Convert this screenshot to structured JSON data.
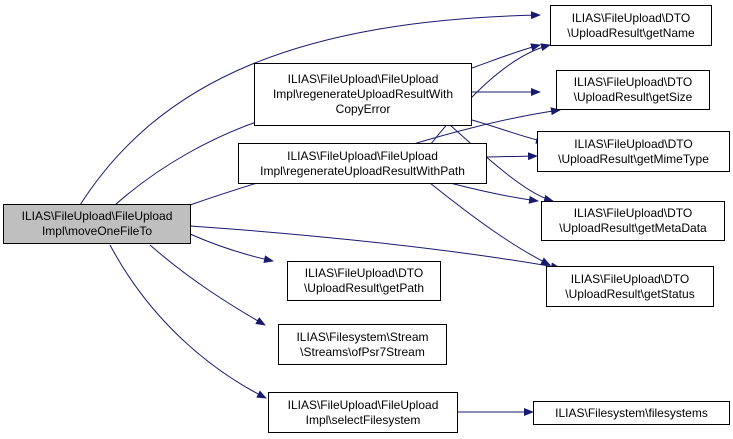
{
  "colors": {
    "edge": "#191970",
    "root_fill": "#bfbfbf",
    "node_fill": "#ffffff",
    "border": "#000000"
  },
  "nodes": {
    "move_one_file_to": {
      "line1": "ILIAS\\FileUpload\\FileUpload",
      "line2": "Impl\\moveOneFileTo"
    },
    "regenerate_with_copy_error": {
      "line1": "ILIAS\\FileUpload\\FileUpload",
      "line2": "Impl\\regenerateUploadResultWith",
      "line3": "CopyError"
    },
    "regenerate_with_path": {
      "line1": "ILIAS\\FileUpload\\FileUpload",
      "line2": "Impl\\regenerateUploadResultWithPath"
    },
    "get_path": {
      "line1": "ILIAS\\FileUpload\\DTO",
      "line2": "\\UploadResult\\getPath"
    },
    "of_psr7_stream": {
      "line1": "ILIAS\\Filesystem\\Stream",
      "line2": "\\Streams\\ofPsr7Stream"
    },
    "select_filesystem": {
      "line1": "ILIAS\\FileUpload\\FileUpload",
      "line2": "Impl\\selectFilesystem"
    },
    "get_name": {
      "line1": "ILIAS\\FileUpload\\DTO",
      "line2": "\\UploadResult\\getName"
    },
    "get_size": {
      "line1": "ILIAS\\FileUpload\\DTO",
      "line2": "\\UploadResult\\getSize"
    },
    "get_mime_type": {
      "line1": "ILIAS\\FileUpload\\DTO",
      "line2": "\\UploadResult\\getMimeType"
    },
    "get_meta_data": {
      "line1": "ILIAS\\FileUpload\\DTO",
      "line2": "\\UploadResult\\getMetaData"
    },
    "get_status": {
      "line1": "ILIAS\\FileUpload\\DTO",
      "line2": "\\UploadResult\\getStatus"
    },
    "filesystems": {
      "line1": "ILIAS\\Filesystem\\filesystems"
    }
  }
}
